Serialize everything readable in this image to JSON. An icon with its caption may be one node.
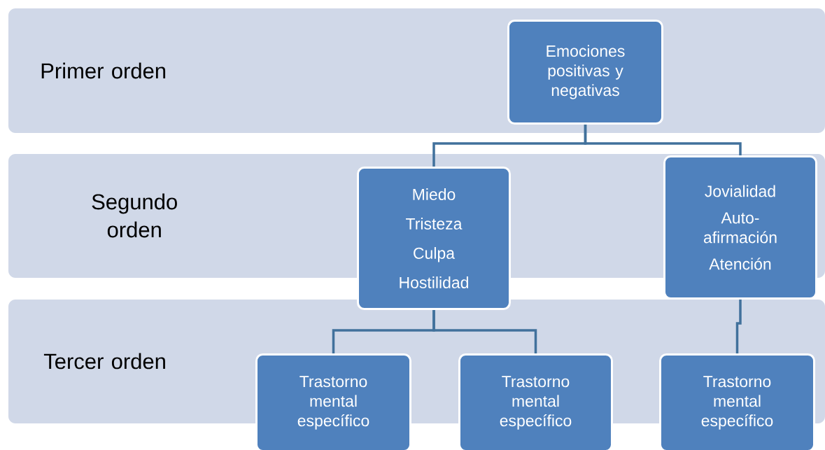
{
  "diagram": {
    "nodes": [
      {
        "text": [
          "Emociones positivas y negativas"
        ]
      },
      {
        "text": [
          "Miedo",
          "Tristeza",
          "Culpa",
          "Hostilidad"
        ]
      },
      {
        "text": [
          "Jovialidad",
          "Auto- afirmación",
          "Atención"
        ]
      },
      {
        "text": [
          "Trastorno mental específico"
        ]
      },
      {
        "text": [
          "Trastorno mental específico"
        ]
      },
      {
        "text": [
          "Trastorno mental específico"
        ]
      }
    ],
    "edges": [
      {
        "from": 0,
        "to": 1,
        "arrow": "none"
      },
      {
        "from": 0,
        "to": 2,
        "arrow": "none"
      },
      {
        "from": 1,
        "to": 3,
        "arrow": "none"
      },
      {
        "from": 1,
        "to": 4,
        "arrow": "none"
      },
      {
        "from": 2,
        "to": 5,
        "arrow": "none"
      }
    ],
    "labels": [
      "Primer orden",
      "Segundo orden",
      "Tercer orden"
    ]
  }
}
